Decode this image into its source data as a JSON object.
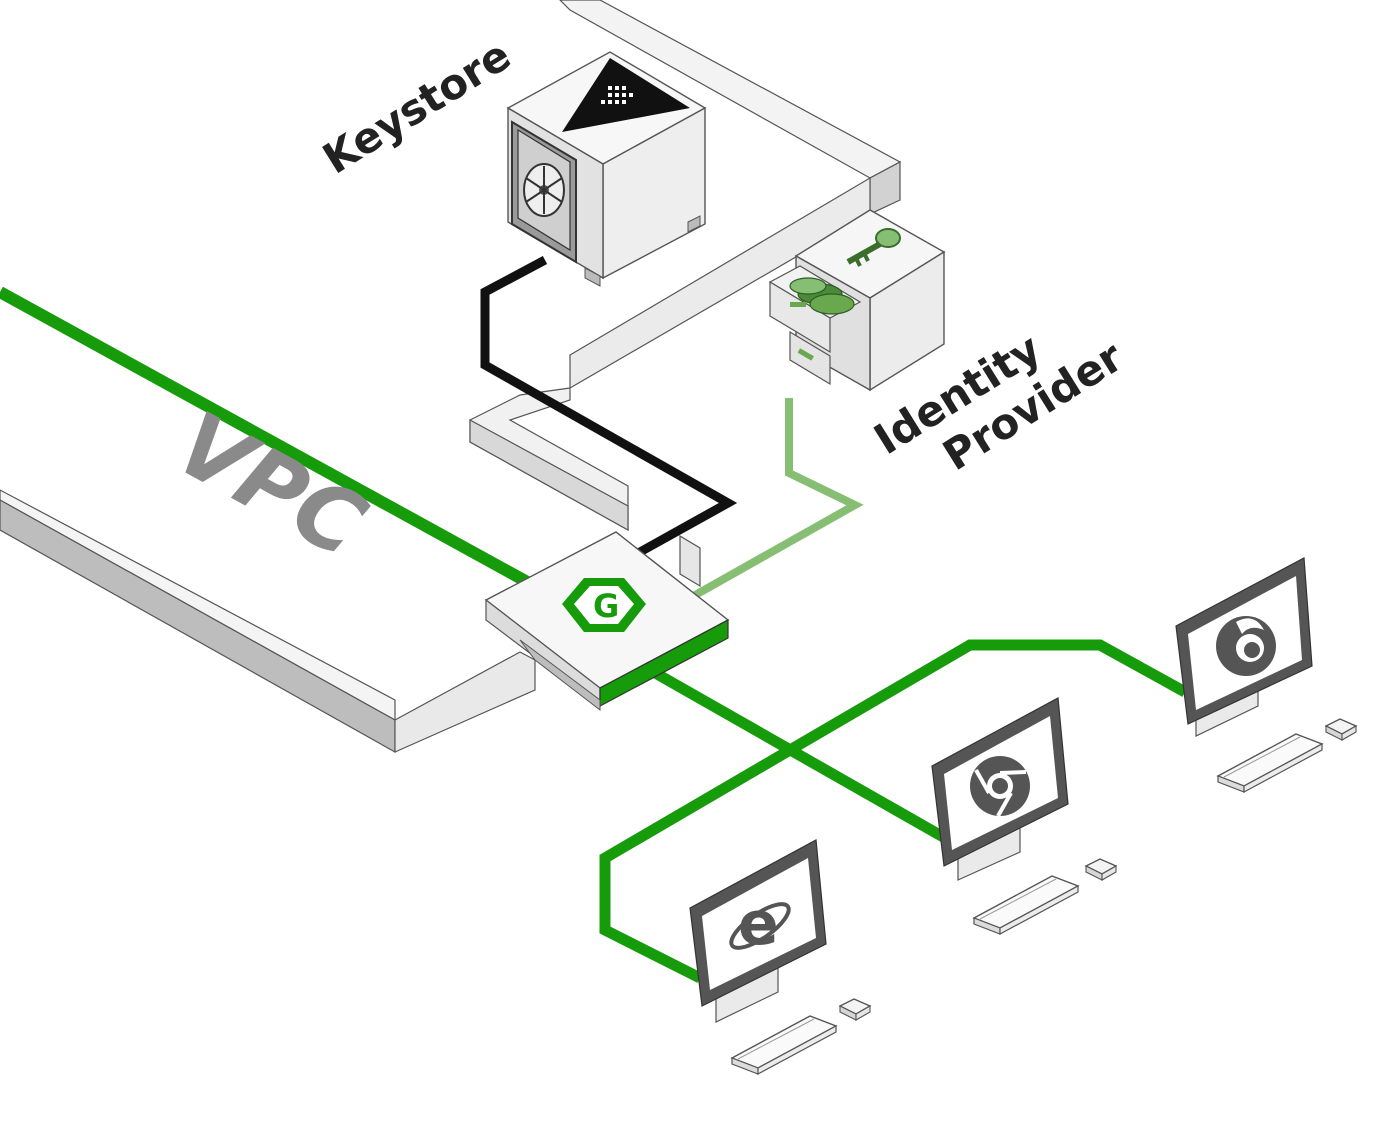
{
  "labels": {
    "keystore": "Keystore",
    "identity_line1": "Identity",
    "identity_line2": "Provider",
    "vpc": "VPC",
    "gateway_glyph": "G"
  },
  "colors": {
    "green": "#169b0b",
    "light_green": "#86bf74",
    "black": "#111111",
    "wall_top": "#f2f2f2",
    "wall_side": "#bdbdbd",
    "wall_face": "#e3e3e3",
    "vpc_text": "#8a8a8a",
    "monitor": "#555555"
  },
  "icons": {
    "keystore": "vault-safe-icon",
    "identity_provider": "key-filing-cabinet-icon",
    "gateway": "gateway-g-icon",
    "browsers": [
      "internet-explorer-icon",
      "chrome-icon",
      "firefox-icon"
    ]
  }
}
